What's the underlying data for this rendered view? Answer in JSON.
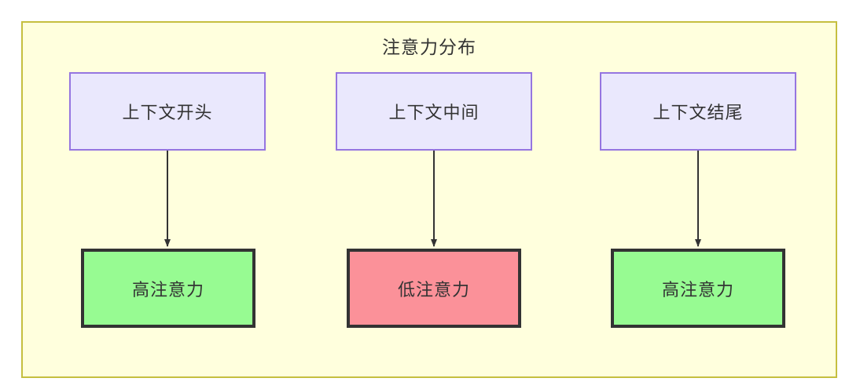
{
  "diagram": {
    "title": "注意力分布",
    "frame_color": "#c5bf3f",
    "frame_fill": "#ffffdd",
    "context_nodes": [
      {
        "id": "ctx-start",
        "label": "上下文开头",
        "fill": "#eae8fd",
        "stroke": "#9575e0"
      },
      {
        "id": "ctx-middle",
        "label": "上下文中间",
        "fill": "#eae8fd",
        "stroke": "#9575e0"
      },
      {
        "id": "ctx-end",
        "label": "上下文结尾",
        "fill": "#eae8fd",
        "stroke": "#9575e0"
      }
    ],
    "state_nodes": [
      {
        "id": "attn-high-start",
        "label": "高注意力",
        "fill": "#97fb92",
        "stroke": "#333333"
      },
      {
        "id": "attn-low-middle",
        "label": "低注意力",
        "fill": "#fb9199",
        "stroke": "#333333"
      },
      {
        "id": "attn-high-end",
        "label": "高注意力",
        "fill": "#97fb92",
        "stroke": "#333333"
      }
    ],
    "edges": [
      {
        "from": "ctx-start",
        "to": "attn-high-start",
        "label": ""
      },
      {
        "from": "ctx-middle",
        "to": "attn-low-middle",
        "label": ""
      },
      {
        "from": "ctx-end",
        "to": "attn-high-end",
        "label": ""
      }
    ],
    "edge_color": "#333333"
  }
}
